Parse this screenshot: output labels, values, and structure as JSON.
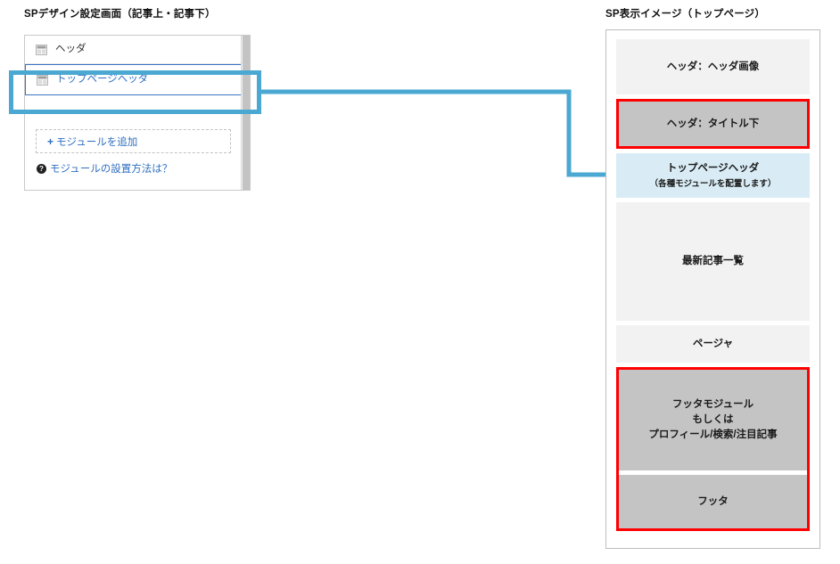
{
  "headings": {
    "left": "SPデザイン設定画面（記事上・記事下）",
    "right": "SP表示イメージ（トップページ）"
  },
  "left_panel": {
    "modules": [
      {
        "label": "ヘッダ",
        "icon": "module-layout-icon",
        "selected": false
      },
      {
        "label": "トップページヘッダ",
        "icon": "module-layout-icon",
        "selected": true
      }
    ],
    "add_module": {
      "plus": "+",
      "label": "モジュールを追加"
    },
    "help_link": {
      "icon": "?",
      "label": "モジュールの設置方法は？"
    }
  },
  "highlight": {
    "color": "#4aa8d2",
    "target_label": "トップページヘッダ"
  },
  "connector": {
    "color": "#4aa8d2",
    "from_label": "トップページヘッダ",
    "to_label": "トップページヘッダ"
  },
  "right_panel": {
    "blocks": [
      {
        "name": "header-image",
        "main": "ヘッダ：ヘッダ画像",
        "sub": "",
        "fill": "#f2f2f2",
        "outlined": false,
        "height": 62
      },
      {
        "name": "header-under-title",
        "main": "ヘッダ：タイトル下",
        "sub": "",
        "fill": "#c4c4c4",
        "outlined": true,
        "height": 56
      },
      {
        "name": "top-page-header",
        "main": "トップページヘッダ",
        "sub": "（各種モジュールを配置します）",
        "fill": "#d9ecf5",
        "outlined": false,
        "height": 50
      },
      {
        "name": "latest-articles",
        "main": "最新記事一覧",
        "sub": "",
        "fill": "#f2f2f2",
        "outlined": false,
        "height": 133
      },
      {
        "name": "pager",
        "main": "ページャ",
        "sub": "",
        "fill": "#f2f2f2",
        "outlined": false,
        "height": 42
      }
    ],
    "footer_group": {
      "outline_color": "#ff0000",
      "blocks": [
        {
          "name": "footer-module",
          "main": "フッタモジュール\nもしくは\nプロフィール/検索/注目記事",
          "sub": "",
          "fill": "#c4c4c4",
          "height": 113
        },
        {
          "name": "footer",
          "main": "フッタ",
          "sub": "",
          "fill": "#c4c4c4",
          "height": 60
        }
      ]
    }
  }
}
